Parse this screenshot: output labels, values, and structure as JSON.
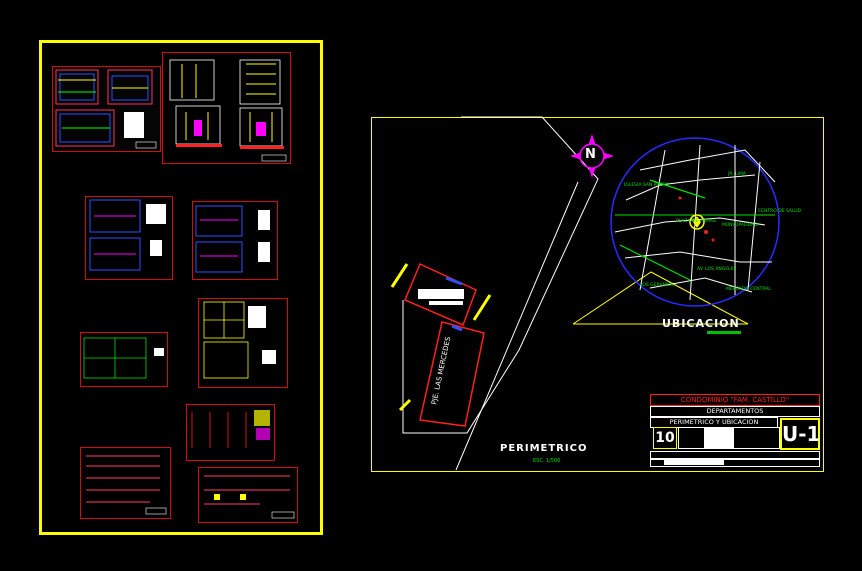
{
  "drawing": {
    "scale_note": "ESC. 1/500",
    "perimeter_title": "PERIMETRICO",
    "location_title": "UBICACION",
    "north_letter": "N"
  },
  "titleblock": {
    "project": "CONDOMINIO \"FAM. CASTILLO\"",
    "type": "DEPARTAMENTOS",
    "sheet_title": "PERIMETRICO Y UBICACION",
    "number": "10",
    "code": "U-1"
  },
  "colors": {
    "sheet_border": "#ffff00",
    "frame": "#d01010",
    "property_line": "#ff2020",
    "road": "#ffffff",
    "location_circle": "#2a2aff",
    "text_green": "#00e000",
    "magenta": "#ff00ff"
  }
}
